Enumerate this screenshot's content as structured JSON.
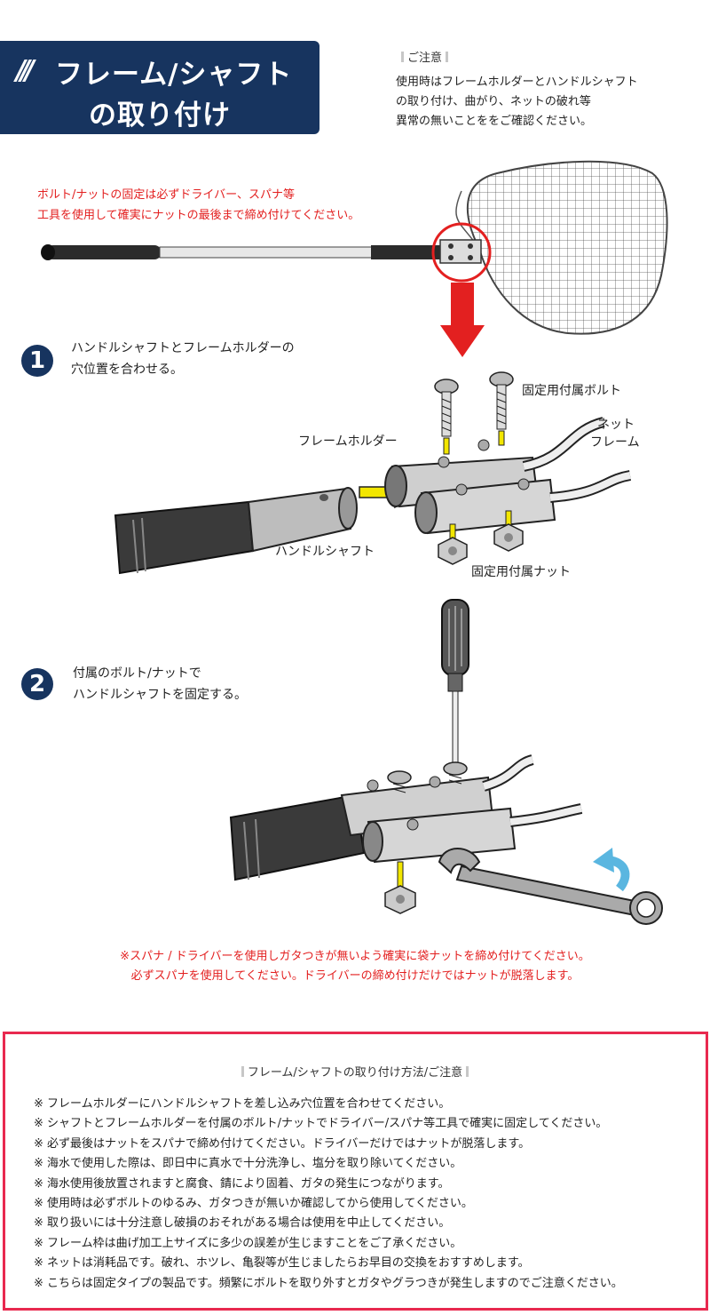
{
  "header": {
    "title_mark": "///",
    "title_line1": "フレーム/シャフト",
    "title_line2": "の取り付け"
  },
  "caution": {
    "heading": "ご注意",
    "lines": [
      "使用時はフレームホルダーとハンドルシャフト",
      "の取り付け、曲がり、ネットの破れ等",
      "異常の無いことををご確認ください。"
    ]
  },
  "tool_note": {
    "lines": [
      "ボルト/ナットの固定は必ずドライバー、スパナ等",
      "工具を使用して確実にナットの最後まで締め付けてください。"
    ]
  },
  "step1": {
    "number": "1",
    "lines": [
      "ハンドルシャフトとフレームホルダーの",
      "穴位置を合わせる。"
    ],
    "labels": {
      "bolt": "固定用付属ボルト",
      "net_frame_1": "ネット",
      "net_frame_2": "フレーム",
      "frame_holder": "フレームホルダー",
      "handle_shaft": "ハンドルシャフト",
      "nut": "固定用付属ナット"
    }
  },
  "step2": {
    "number": "2",
    "lines": [
      "付属のボルト/ナットで",
      "ハンドルシャフトを固定する。"
    ]
  },
  "warning": {
    "lines": [
      "※スパナ / ドライバーを使用しガタつきが無いよう確実に袋ナットを締め付けてください。",
      "必ずスパナを使用してください。ドライバーの締め付けだけではナットが脱落します。"
    ]
  },
  "notes_box": {
    "heading": "フレーム/シャフトの取り付け方法/ご注意",
    "items": [
      "※ フレームホルダーにハンドルシャフトを差し込み穴位置を合わせてください。",
      "※ シャフトとフレームホルダーを付属のボルト/ナットでドライバー/スパナ等工具で確実に固定してください。",
      "※ 必ず最後はナットをスパナで締め付けてください。ドライバーだけではナットが脱落します。",
      "※ 海水で使用した際は、即日中に真水で十分洗浄し、塩分を取り除いてください。",
      "※ 海水使用後放置されますと腐食、錆により固着、ガタの発生につながります。",
      "※ 使用時は必ずボルトのゆるみ、ガタつきが無いか確認してから使用してください。",
      "※ 取り扱いには十分注意し破損のおそれがある場合は使用を中止してください。",
      "※ フレーム枠は曲げ加工上サイズに多少の誤差が生じますことをご了承ください。",
      "※ ネットは消耗品です。破れ、ホツレ、亀裂等が生じましたらお早目の交換をおすすめします。",
      "※ こちらは固定タイプの製品です。頻繁にボルトを取り外すとガタやグラつきが発生しますのでご注意ください。"
    ]
  },
  "colors": {
    "navy": "#17345f",
    "red_text": "#e32020",
    "box_border": "#e8294f",
    "arrow_yellow": "#f2e600",
    "arrow_blue": "#5ab6e0"
  }
}
